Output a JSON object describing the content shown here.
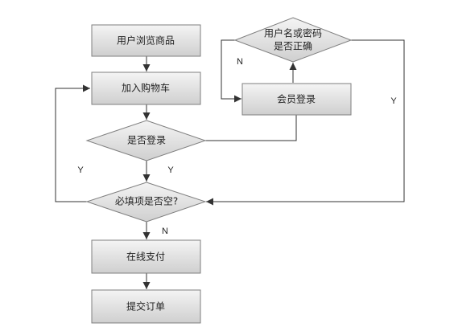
{
  "colors": {
    "node_fill_top": "#f4f4f4",
    "node_fill_bottom": "#cfcfcf",
    "node_stroke": "#7f7f7f",
    "edge": "#333333",
    "text": "#222222"
  },
  "nodes": {
    "browse": "用户浏览商品",
    "add_cart": "加入购物车",
    "logged_in": "是否登录",
    "member_login": "会员登录",
    "credentials_line1": "用户名或密码",
    "credentials_line2": "是否正确",
    "required_fields": "必填项是否空?",
    "pay_online": "在线支付",
    "submit_order": "提交订单"
  },
  "edge_labels": {
    "credentials_no": "N",
    "credentials_yes": "Y",
    "required_yes": "Y",
    "logged_in_yes": "Y",
    "required_no": "N"
  }
}
